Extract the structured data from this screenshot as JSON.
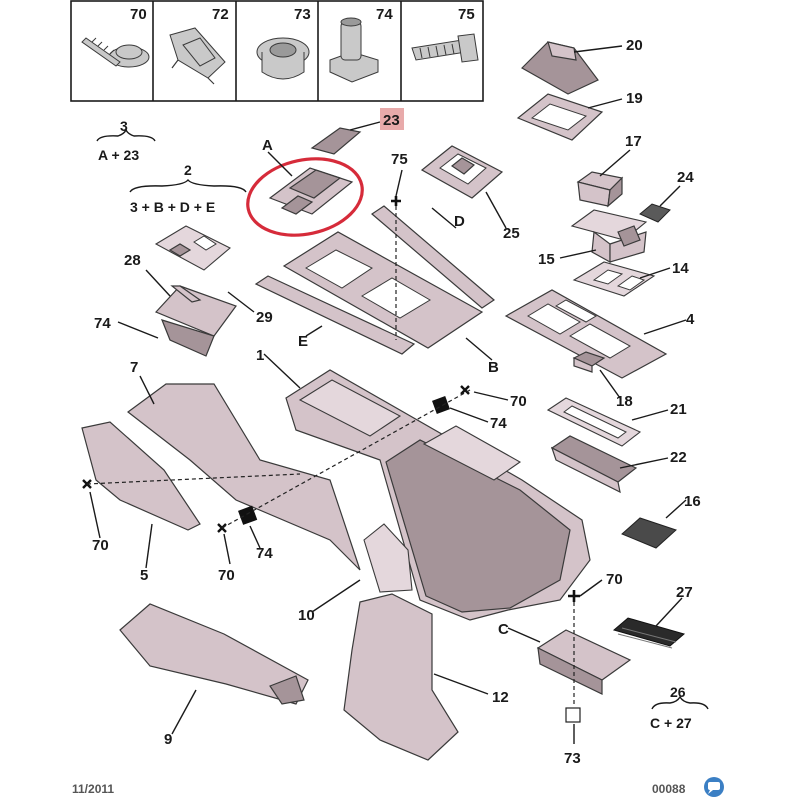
{
  "header_parts": [
    "70",
    "72",
    "73",
    "74",
    "75"
  ],
  "formulas": [
    {
      "num": "3",
      "expr": "A + 23"
    },
    {
      "num": "2",
      "expr": "3 + B + D + E"
    },
    {
      "num": "26",
      "expr": "C + 27"
    }
  ],
  "callouts": {
    "c20": "20",
    "c19": "19",
    "c23": "23",
    "cA": "A",
    "c75": "75",
    "c17": "17",
    "c24": "24",
    "cD": "D",
    "c25": "25",
    "c15": "15",
    "c14": "14",
    "c4": "4",
    "c28": "28",
    "c29": "29",
    "c74a": "74",
    "cE": "E",
    "c1": "1",
    "cB": "B",
    "c18": "18",
    "c7": "7",
    "c70a": "70",
    "c74b": "74",
    "c21": "21",
    "c22": "22",
    "c16": "16",
    "c70b": "70",
    "c5": "5",
    "c70c": "70",
    "c74c": "74",
    "c10": "10",
    "c70d": "70",
    "c27": "27",
    "cC": "C",
    "c12": "12",
    "c9": "9",
    "c73": "73"
  },
  "footer": {
    "date": "11/2011",
    "ref": "00088"
  },
  "highlight_color": "#d62b3a",
  "callout_badge_color": "#e8aaaa",
  "icons": [
    "screw-icon",
    "clip-icon",
    "grommet-icon",
    "nut-icon",
    "bolt-icon"
  ]
}
